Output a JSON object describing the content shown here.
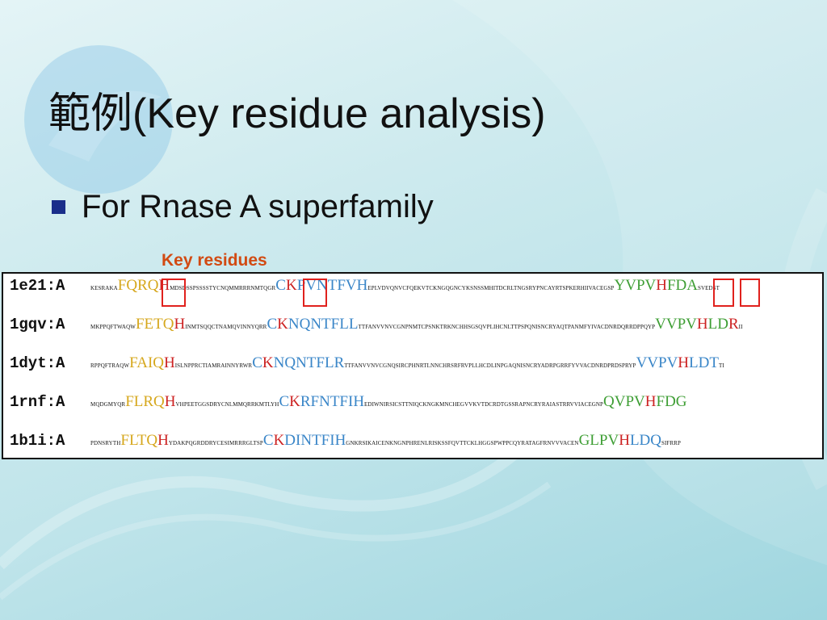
{
  "slide": {
    "title": "範例(Key residue analysis)",
    "bullet": "For Rnase A superfamily",
    "callout": "Key residues"
  },
  "colors": {
    "bullet": "#1a2e8a",
    "callout": "#d24a12",
    "box_outline": "#e0211d",
    "residue_yellow": "#d6a71c",
    "residue_red": "#cc2222",
    "residue_blue": "#3a86c8",
    "residue_green": "#3e9e34"
  },
  "alignment": {
    "rows": [
      {
        "id": "1e21:A",
        "segments": [
          {
            "text": "KESRAKA",
            "style": "small"
          },
          {
            "text": "FQRQ",
            "style": "big yellow"
          },
          {
            "text": "H",
            "style": "big red"
          },
          {
            "text": "MDSDSSPSSSSTYCNQMMRRRNMTQGR",
            "style": "small"
          },
          {
            "text": "C",
            "style": "big blue"
          },
          {
            "text": "K",
            "style": "big red"
          },
          {
            "text": "PVNTFVH",
            "style": "big blue"
          },
          {
            "text": "EPLVDVQNVCFQEKVTCKNGQGNCYKSNSSMHITDCRLTNGSRYPNCAYRTSPKERHIIVACEGSP",
            "style": "small"
          },
          {
            "text": "YVPV",
            "style": "big green"
          },
          {
            "text": "H",
            "style": "big red"
          },
          {
            "text": "FD",
            "style": "big green"
          },
          {
            "text": "A",
            "style": "big green"
          },
          {
            "text": "SVEDST",
            "style": "small"
          }
        ]
      },
      {
        "id": "1gqv:A",
        "segments": [
          {
            "text": "MKPPQFTWAQW",
            "style": "small"
          },
          {
            "text": "FETQ",
            "style": "big yellow"
          },
          {
            "text": "H",
            "style": "big red"
          },
          {
            "text": "INMTSQQCTNAMQVINNYQRR",
            "style": "small"
          },
          {
            "text": "C",
            "style": "big blue"
          },
          {
            "text": "K",
            "style": "big red"
          },
          {
            "text": "NQNTFLL",
            "style": "big blue"
          },
          {
            "text": "TTFANVVNVCGNPNMTCPSNKTRKNCHHSGSQVPLIHCNLTTPSPQNISNCRYAQTPANMFYIVACDNRDQRRDPPQYP",
            "style": "small"
          },
          {
            "text": "VVPV",
            "style": "big green"
          },
          {
            "text": "H",
            "style": "big red"
          },
          {
            "text": "LD",
            "style": "big green"
          },
          {
            "text": "R",
            "style": "big red"
          },
          {
            "text": "II",
            "style": "small"
          }
        ]
      },
      {
        "id": "1dyt:A",
        "segments": [
          {
            "text": "RPPQFTRAQW",
            "style": "small"
          },
          {
            "text": "FAIQ",
            "style": "big yellow"
          },
          {
            "text": "H",
            "style": "big red"
          },
          {
            "text": "ISLNPPRCTIAMRAINNYRWR",
            "style": "small"
          },
          {
            "text": "C",
            "style": "big blue"
          },
          {
            "text": "K",
            "style": "big red"
          },
          {
            "text": "NQNTFLR",
            "style": "big blue"
          },
          {
            "text": "TTFANVVNVCGNQSIRCPHNRTLNNCHRSRFRVPLLHCDLINPGAQNISNCRYADRPGRRFYVVACDNRDPRDSPRYP",
            "style": "small"
          },
          {
            "text": "VVPV",
            "style": "big blue"
          },
          {
            "text": "H",
            "style": "big red"
          },
          {
            "text": "LDT",
            "style": "big blue"
          },
          {
            "text": "TI",
            "style": "small"
          }
        ]
      },
      {
        "id": "1rnf:A",
        "segments": [
          {
            "text": "MQDGMYQR",
            "style": "small"
          },
          {
            "text": "FLRQ",
            "style": "big yellow"
          },
          {
            "text": "H",
            "style": "big red"
          },
          {
            "text": "VHPEETGGSDRYCNLMMQRRKMTLYH",
            "style": "small"
          },
          {
            "text": "C",
            "style": "big blue"
          },
          {
            "text": "K",
            "style": "big red"
          },
          {
            "text": "RFNTFIH",
            "style": "big blue"
          },
          {
            "text": "EDIWNIRSICSTTNIQCKNGKMNCHEGVVKVTDCRDTGSSRAPNCRYRAIASTRRVVIACEGNP",
            "style": "small"
          },
          {
            "text": "QVPV",
            "style": "big green"
          },
          {
            "text": "H",
            "style": "big red"
          },
          {
            "text": "FDG",
            "style": "big green"
          }
        ]
      },
      {
        "id": "1b1i:A",
        "segments": [
          {
            "text": "PDNSRYTH",
            "style": "small"
          },
          {
            "text": "FLTQ",
            "style": "big yellow"
          },
          {
            "text": "H",
            "style": "big red"
          },
          {
            "text": "YDAKPQGRDDRYCESIMRRRGLTSP",
            "style": "small"
          },
          {
            "text": "C",
            "style": "big blue"
          },
          {
            "text": "K",
            "style": "big red"
          },
          {
            "text": "DINTFIH",
            "style": "big blue"
          },
          {
            "text": "GNKRSIKAICENKNGNPHRENLRISKSSFQVTTCKLHGGSPWPPCQYRATAGFRNVVVACEN",
            "style": "small"
          },
          {
            "text": "GLPV",
            "style": "big green"
          },
          {
            "text": "H",
            "style": "big red"
          },
          {
            "text": "LDQ",
            "style": "big blue"
          },
          {
            "text": "SIFRRP",
            "style": "small"
          }
        ]
      }
    ]
  }
}
